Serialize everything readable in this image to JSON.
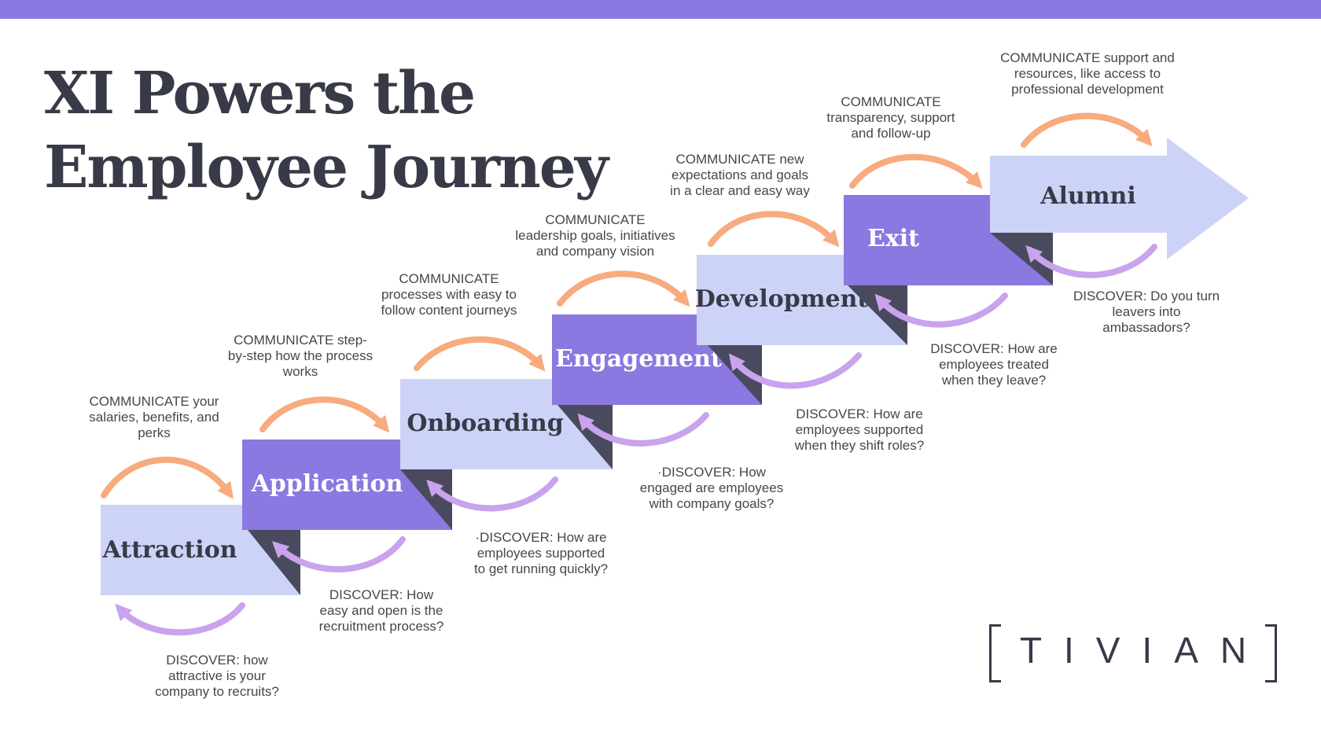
{
  "title": {
    "line1": "XI Powers the",
    "line2": "Employee Journey"
  },
  "colors": {
    "accent_bar": "#8b78e0",
    "stage_light": "#cdd3f7",
    "stage_dark": "#8b78e0",
    "fold": "#4a4a5e",
    "communicate_arrow": "#f7ab7e",
    "discover_arrow": "#c9a3ee",
    "text": "#383a48"
  },
  "stages": [
    {
      "label": "Attraction",
      "communicate": "COMMUNICATE your\nsalaries, benefits, and\nperks",
      "discover": "DISCOVER: how\nattractive is your\ncompany to  recruits?"
    },
    {
      "label": "Application",
      "communicate": "COMMUNICATE step-\nby-step how the process\nworks",
      "discover": "DISCOVER: How\neasy and open is the\nrecruitment process?"
    },
    {
      "label": "Onboarding",
      "communicate": "COMMUNICATE\nprocesses with easy to\nfollow content journeys",
      "discover": "·DISCOVER: How are\nemployees supported\nto get running quickly?"
    },
    {
      "label": "Engagement",
      "communicate": "COMMUNICATE\nleadership goals, initiatives\nand company vision",
      "discover": "·DISCOVER: How\nengaged are employees\nwith company goals?"
    },
    {
      "label": "Development",
      "communicate": "COMMUNICATE new\nexpectations and goals\nin a clear and easy way",
      "discover": "DISCOVER: How are\nemployees supported\nwhen they shift roles?"
    },
    {
      "label": "Exit",
      "communicate": "COMMUNICATE\ntransparency, support\nand follow-up",
      "discover": "DISCOVER: How are\nemployees treated\nwhen they leave?"
    },
    {
      "label": "Alumni",
      "communicate": "COMMUNICATE support and\nresources, like access to\nprofessional development",
      "discover": "DISCOVER: Do you turn\nleavers into\nambassadors?"
    }
  ],
  "logo": {
    "text": "TIVIAN"
  }
}
